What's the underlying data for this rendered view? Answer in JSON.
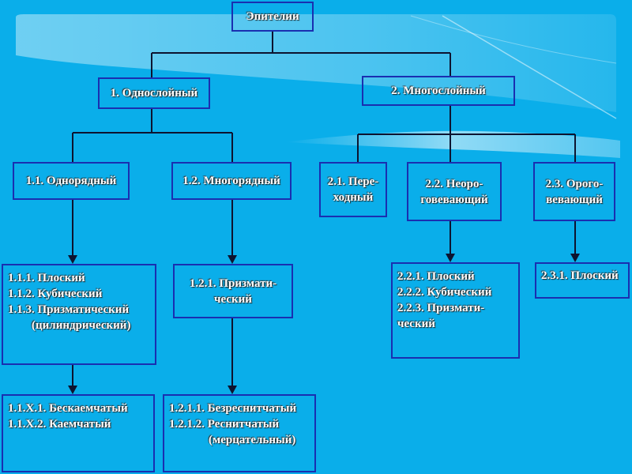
{
  "nodes": {
    "root": "Эпителии",
    "n1": "1. Однослойный",
    "n2": "2. Многослойный",
    "n11": "1.1. Однорядный",
    "n12": "1.2. Многорядный",
    "n21": "2.1. Пере-\nходный",
    "n22": "2.2. Неоро-\nговевающий",
    "n23": "2.3. Орого-\nвевающий",
    "n111_lines": [
      "1.1.1. Плоский",
      "1.1.2. Кубический",
      "1.1.3. Призматический",
      "(цилиндрический)"
    ],
    "n121": "1.2.1. Призмати-\nческий",
    "n221_lines": [
      "2.2.1. Плоский",
      "2.2.2. Кубический",
      "2.2.3. Призмати-",
      "ческий"
    ],
    "n231": "2.3.1. Плоский",
    "n1x_lines": [
      "1.1.Х.1. Бескаемчатый",
      "1.1.Х.2. Каемчатый"
    ],
    "n1211_lines": [
      "1.2.1.1. Безреснитчатый",
      "1.2.1.2. Реснитчатый",
      "(мерцательный)"
    ]
  },
  "colors": {
    "background": "#0aaeea",
    "border": "#1a2fb0",
    "line": "#0d1430",
    "text": "#ffffff"
  }
}
